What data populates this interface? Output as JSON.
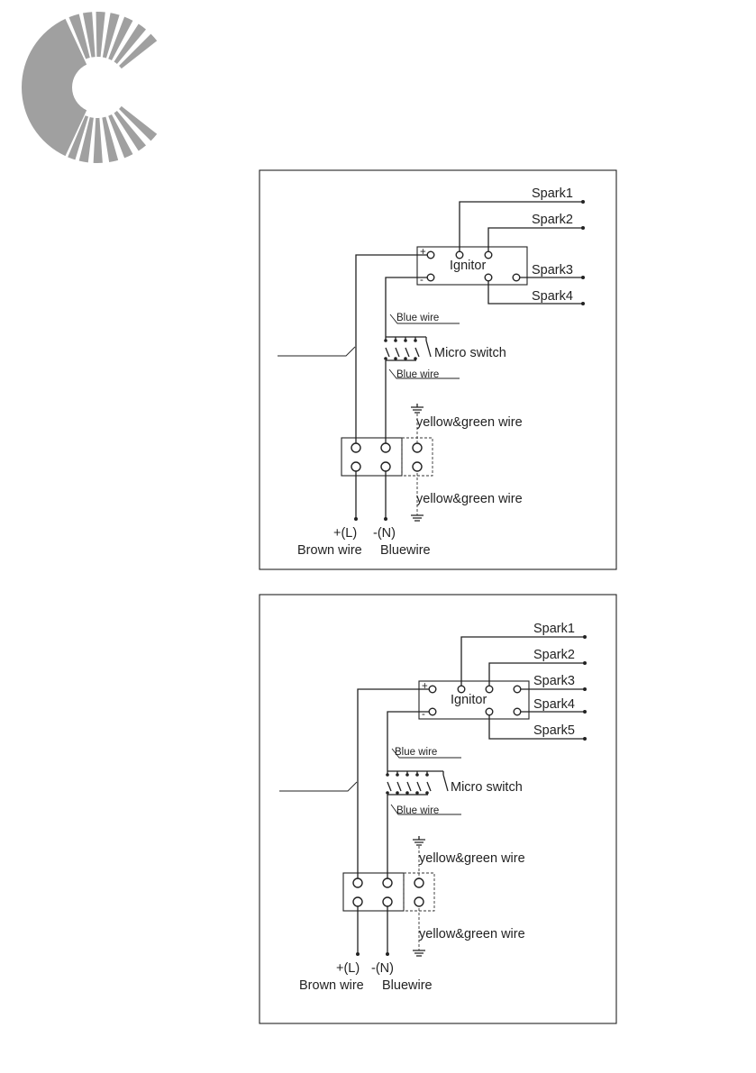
{
  "logo": {
    "name": "brand-logo",
    "color": "#a0a0a0"
  },
  "diagrams": [
    {
      "id": "four-spark",
      "ignitor_label": "Ignitor",
      "plus_sign": "+",
      "minus_sign": "-",
      "spark_labels": [
        "Spark1",
        "Spark2",
        "Spark3",
        "Spark4"
      ],
      "blue_wire_top": "Blue wire",
      "blue_wire_bottom": "Blue wire",
      "micro_switch_label": "Micro switch",
      "yellow_green_top": "yellow&green   wire",
      "yellow_green_bottom": "yellow&green   wire",
      "live_label": "+(L)",
      "neutral_label": "-(N)",
      "brown_wire_label": "Brown wire",
      "bluewire_label": "Bluewire"
    },
    {
      "id": "five-spark",
      "ignitor_label": "Ignitor",
      "plus_sign": "+",
      "minus_sign": "-",
      "spark_labels": [
        "Spark1",
        "Spark2",
        "Spark3",
        "Spark4",
        "Spark5"
      ],
      "blue_wire_top": "Blue wire",
      "blue_wire_bottom": "Blue wire",
      "micro_switch_label": "Micro switch",
      "yellow_green_top": "yellow&green   wire",
      "yellow_green_bottom": "yellow&green   wire",
      "live_label": "+(L)",
      "neutral_label": "-(N)",
      "brown_wire_label": "Brown wire",
      "bluewire_label": "Bluewire"
    }
  ]
}
